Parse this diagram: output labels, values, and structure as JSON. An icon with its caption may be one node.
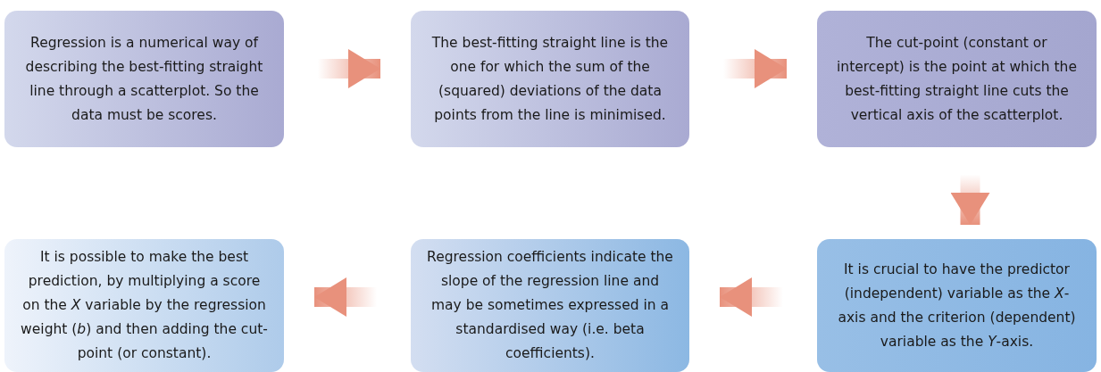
{
  "diagram": {
    "nodes": [
      {
        "text": [
          "Regression is a numerical way of describing the best-fitting straight line through a scatterplot. So the data must be scores."
        ]
      },
      {
        "text": [
          "The best-fitting straight line is the one for which the sum of the (squared) deviations of the data points from the line is minimised."
        ]
      },
      {
        "text": [
          "The cut-point (constant or intercept) is the point at which the best-fitting straight line cuts the vertical axis of the scatterplot."
        ]
      },
      {
        "text": [
          "It is crucial to have the predictor (independent) variable as the *X*-axis and the criterion (dependent) variable as the *Y*-axis."
        ]
      },
      {
        "text": [
          "Regression coefficients indicate the slope of the regression line and may be sometimes expressed in a standardised way (i.e. beta coefficients)."
        ]
      },
      {
        "text": [
          "It is possible to make the best prediction, by multiplying a score on the *X* variable by the regression weight (*b*) and then adding the cut-point (or constant)."
        ]
      }
    ],
    "edges": [
      {
        "from": 0,
        "to": 1,
        "arrow": "to"
      },
      {
        "from": 1,
        "to": 2,
        "arrow": "to"
      },
      {
        "from": 2,
        "to": 3,
        "arrow": "to"
      },
      {
        "from": 3,
        "to": 4,
        "arrow": "to"
      },
      {
        "from": 4,
        "to": 5,
        "arrow": "to"
      }
    ]
  }
}
